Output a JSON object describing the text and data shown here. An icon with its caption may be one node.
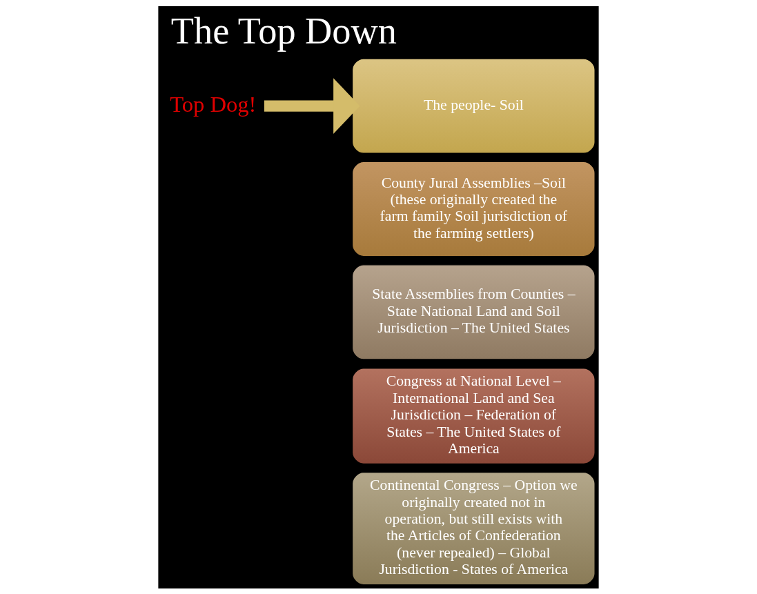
{
  "diagram": {
    "title": "The Top Down",
    "nodes": [
      {
        "text": [
          "Top Dog!"
        ]
      },
      {
        "text": [
          "The people- Soil"
        ]
      },
      {
        "text": [
          "County Jural Assemblies –Soil (these originally created the farm family Soil jurisdiction of the farming settlers)"
        ]
      },
      {
        "text": [
          "State Assemblies from Counties – State National Land and Soil Jurisdiction – The United States"
        ]
      },
      {
        "text": [
          "Congress at National Level – International Land and Sea Jurisdiction – Federation of States – The United States of America"
        ]
      },
      {
        "text": [
          "Continental Congress – Option we originally created not in operation, but still exists with the Articles of Confederation (never repealed) – Global Jurisdiction - States of America"
        ]
      }
    ],
    "edges": [
      {
        "from": 0,
        "to": 1,
        "arrow": "to",
        "color": "#d4bc6a"
      }
    ]
  }
}
